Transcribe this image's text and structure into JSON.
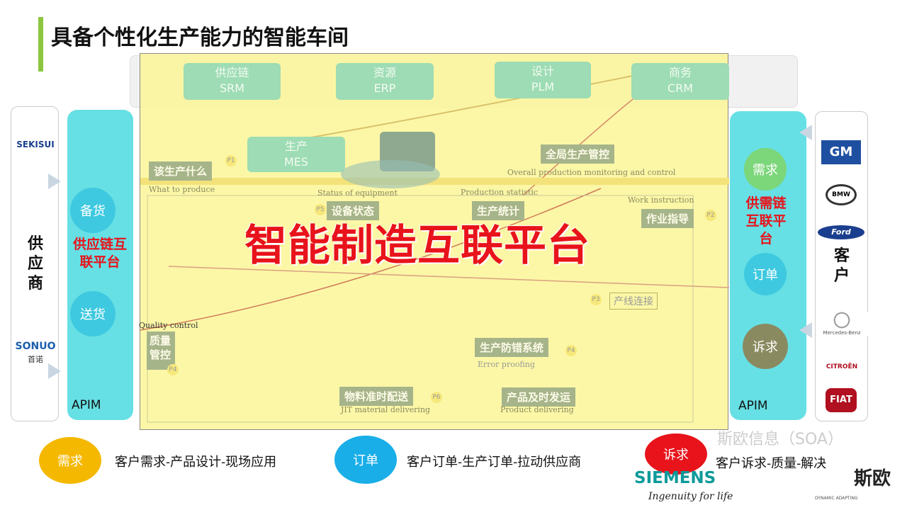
{
  "title": "具备个性化生产能力的智能车间",
  "supplier": {
    "label": "供应商",
    "logos": [
      "SEKISUI",
      "SONUO",
      "首诺"
    ],
    "platform": "供应链互联平台",
    "circles": [
      "备货",
      "送货"
    ],
    "apim": "APIM"
  },
  "systems": [
    {
      "cn": "供应链",
      "en": "SRM"
    },
    {
      "cn": "资源",
      "en": "ERP"
    },
    {
      "cn": "设计",
      "en": "PLM"
    },
    {
      "cn": "商务",
      "en": "CRM"
    },
    {
      "cn": "生产",
      "en": "MES"
    }
  ],
  "labels": {
    "what": "该生产什么",
    "what_en": "What to produce",
    "overall": "全局生产管控",
    "overall_en": "Overall production monitoring and control",
    "equip": "设备状态",
    "equip_en": "Status of equipment",
    "stat": "生产统计",
    "stat_en": "Production statistic",
    "work": "作业指导",
    "work_en": "Work instruction",
    "line": "产线连接",
    "quality": "质量管控",
    "quality_en": "Quality control",
    "error": "生产防错系统",
    "error_en": "Error proofing",
    "jit": "物料准时配送",
    "jit_en": "JIT material delivering",
    "product": "产品及时发运",
    "product_en": "Product delivering",
    "p": [
      "P1",
      "P2",
      "P3",
      "P4",
      "P4",
      "P5",
      "P6"
    ]
  },
  "center_title": "智能制造互联平台",
  "customer": {
    "label": "客户",
    "logos": [
      "GM",
      "BMW",
      "Ford",
      "Mercedes-Benz",
      "CITROËN",
      "FIAT"
    ],
    "platform": "供需链互联平台",
    "circles": [
      "需求",
      "订单",
      "诉求"
    ],
    "apim": "APIM"
  },
  "legend": [
    {
      "circle": "需求",
      "text": "客户需求-产品设计-现场应用",
      "color": "#f5b800"
    },
    {
      "circle": "订单",
      "text": "客户订单-生产订单-拉动供应商",
      "color": "#19aee8"
    },
    {
      "circle": "诉求",
      "text": "客户诉求-质量-解决",
      "color": "#e8131b"
    }
  ],
  "footer": {
    "siemens": "SIEMENS",
    "tagline": "Ingenuity for life",
    "watermark": "斯欧信息（SOA）",
    "soa": "斯欧",
    "soa_sub": "DYNAMIC ADAPTING"
  }
}
